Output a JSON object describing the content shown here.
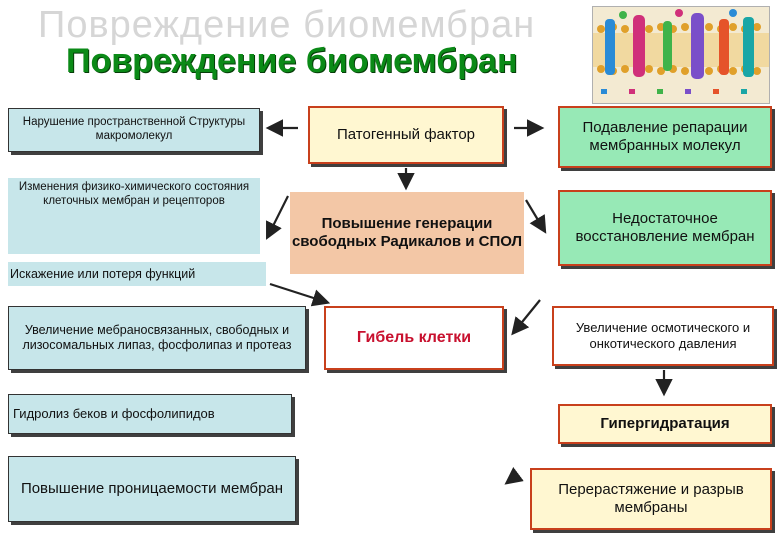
{
  "title": "Повреждение биомембран",
  "boxes": {
    "b1": "Нарушение пространственной Структуры макромолекул",
    "b2": "Изменения физико-химического состояния клеточных мембран и рецепторов",
    "b3": "Искажение или потеря функций",
    "b4": "Увеличение мебраносвязанных, свободных и лизосомальных липаз, фосфолипаз и протеаз",
    "b5": "Гидролиз беков и фосфолипидов",
    "b6": "Повышение проницаемости мембран",
    "c1": "Патогенный фактор",
    "c2": "Повышение генерации свободных Радикалов и СПОЛ",
    "c3": "Гибель клетки",
    "r1": "Подавление репарации мембранных молекул",
    "r2": "Недостаточное восстановление мембран",
    "r3": "Увеличение осмотического и онкотического давления",
    "r4": "Гипергидратация",
    "r5": "Перерастяжение и разрыв мембраны"
  },
  "colors": {
    "title": "#0b8a17",
    "teal": "#c7e6ea",
    "yellow": "#fff7d1",
    "peach": "#f3c7a6",
    "green": "#97e9b6",
    "border_red": "#c8401c",
    "text_red": "#c8102e"
  }
}
